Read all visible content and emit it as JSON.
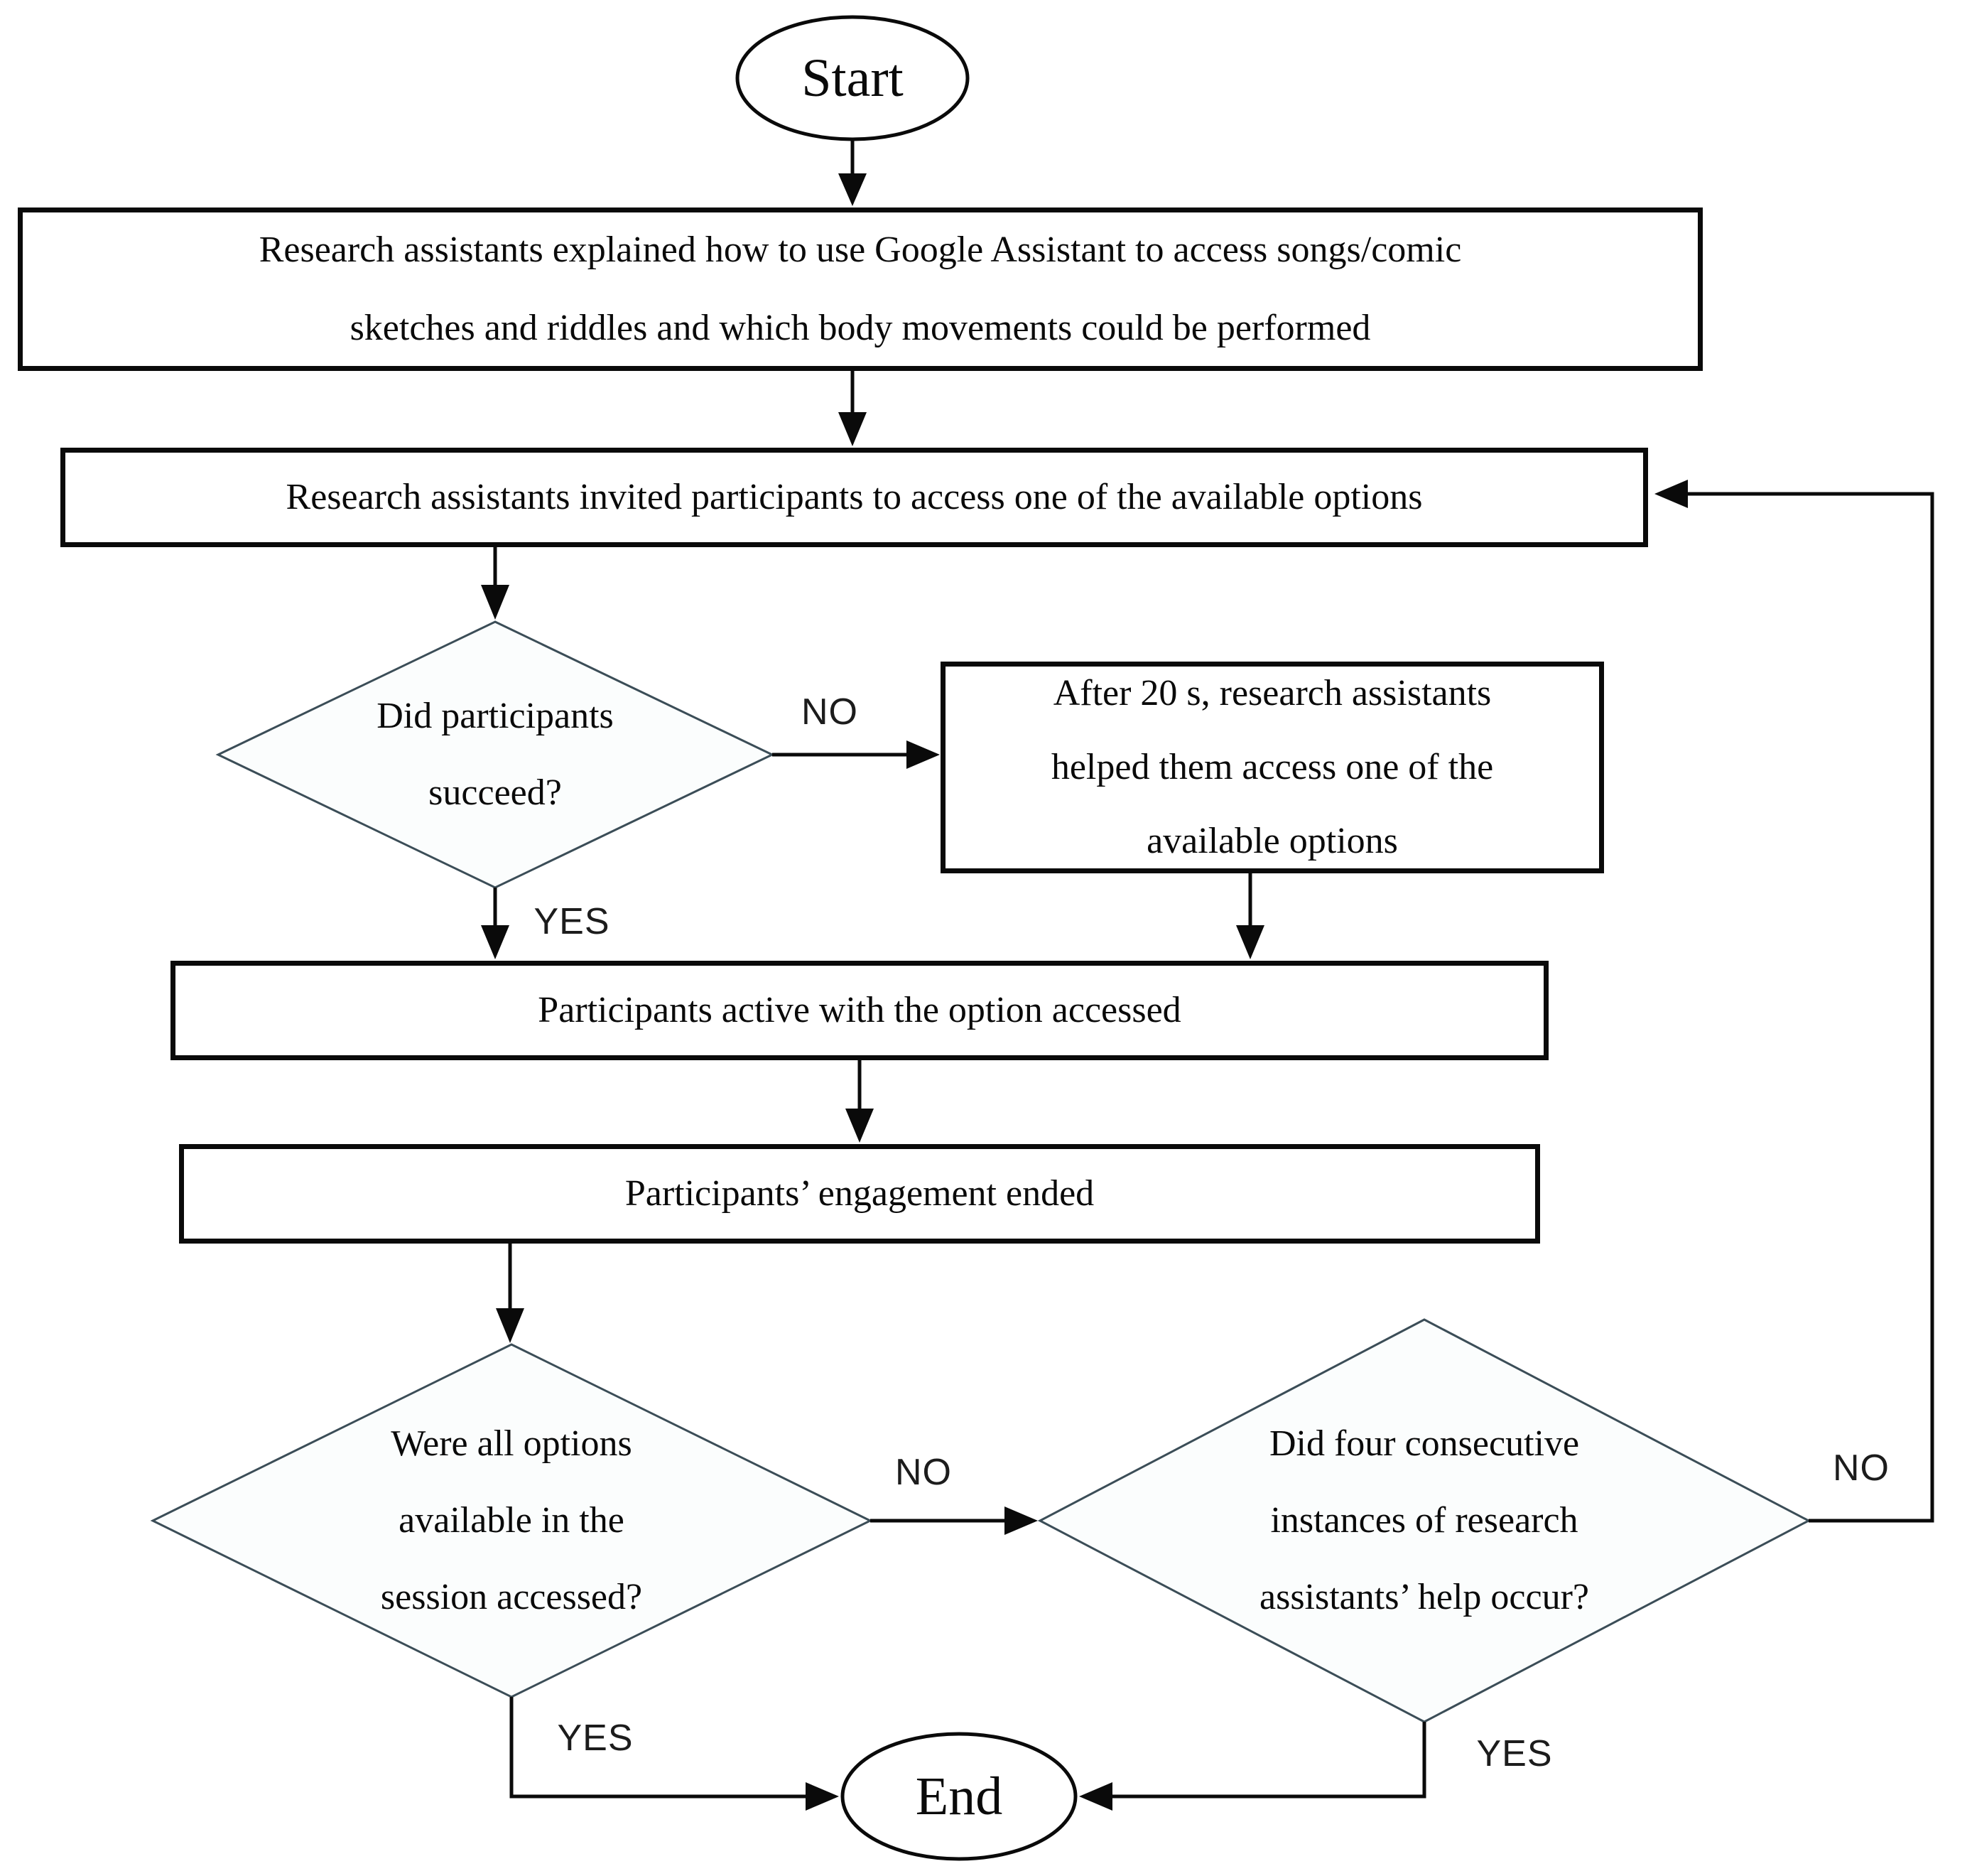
{
  "diagram": {
    "type": "flowchart",
    "colors": {
      "line": "#0a0a0a",
      "diamond_stroke": "#3b4d57",
      "diamond_fill": "#fbfdfd",
      "text": "#0a0a0a",
      "background": "#ffffff"
    },
    "nodes": {
      "start": {
        "label": "Start"
      },
      "explain": {
        "lines": [
          "Research assistants explained how to use Google Assistant to access songs/comic",
          "sketches and riddles and which body movements could be performed"
        ]
      },
      "invite": {
        "text": "Research assistants invited participants to access one of the available options"
      },
      "succeed": {
        "lines": [
          "Did participants",
          "succeed?"
        ]
      },
      "helped": {
        "lines": [
          "After 20 s, research assistants",
          "helped them access one of the",
          "available options"
        ]
      },
      "active": {
        "text": "Participants active with the option accessed"
      },
      "ended": {
        "text": "Participants’ engagement ended"
      },
      "all_options": {
        "lines": [
          "Were all options",
          "available in the",
          "session accessed?"
        ]
      },
      "four_helps": {
        "lines": [
          "Did four consecutive",
          "instances of research",
          "assistants’ help occur?"
        ]
      },
      "end": {
        "label": "End"
      }
    },
    "edge_labels": {
      "succeed_no": "NO",
      "succeed_yes": "YES",
      "all_options_no": "NO",
      "all_options_yes": "YES",
      "four_helps_no": "NO",
      "four_helps_yes": "YES"
    }
  }
}
